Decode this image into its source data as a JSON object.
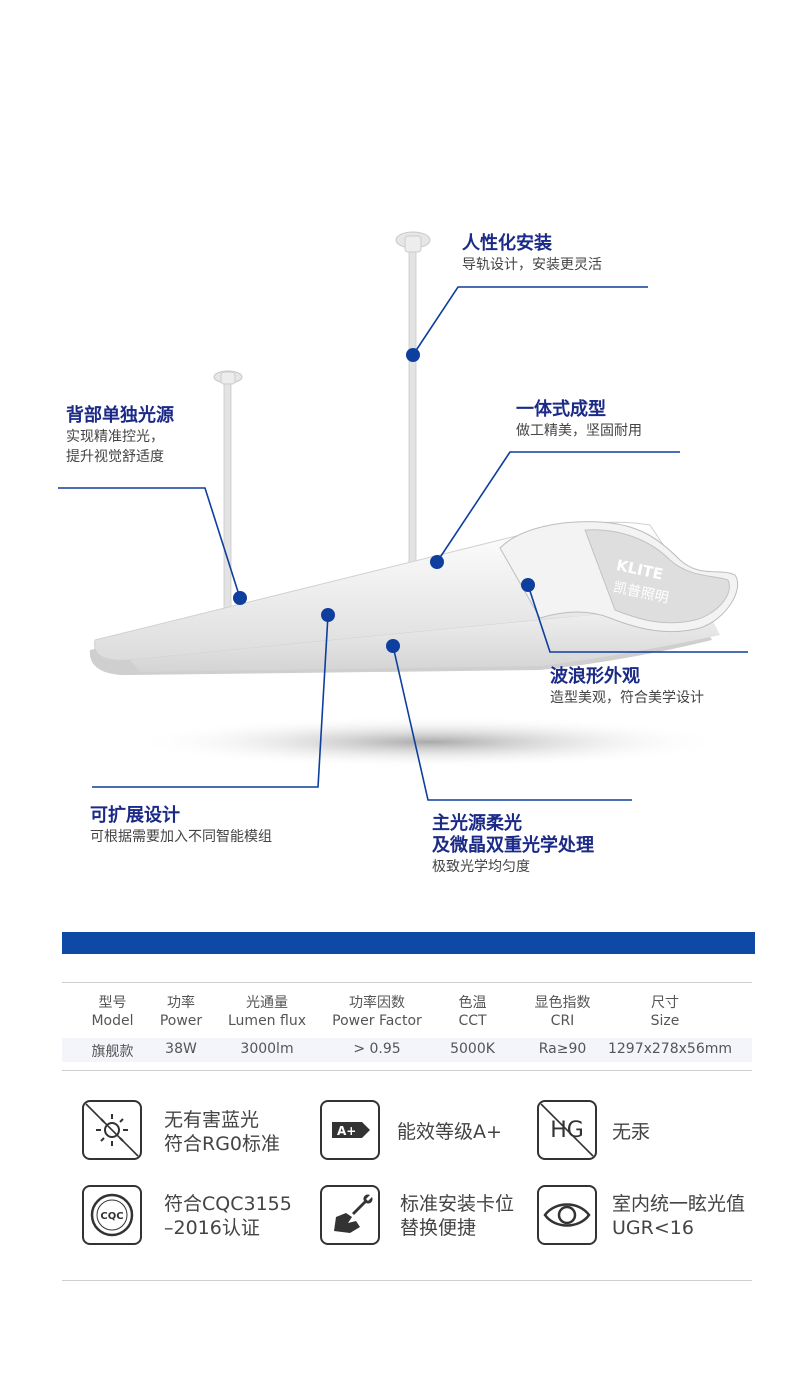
{
  "features": {
    "install": {
      "title": "人性化安装",
      "desc": "导轨设计，安装更灵活"
    },
    "back_light": {
      "title": "背部单独光源",
      "desc1": "实现精准控光，",
      "desc2": "提升视觉舒适度"
    },
    "one_piece": {
      "title": "一体式成型",
      "desc": "做工精美，坚固耐用"
    },
    "wave": {
      "title": "波浪形外观",
      "desc": "造型美观，符合美学设计"
    },
    "expand": {
      "title": "可扩展设计",
      "desc": "可根据需要加入不同智能模组"
    },
    "optics": {
      "title1": "主光源柔光",
      "title2": "及微晶双重光学处理",
      "desc": "极致光学均匀度"
    }
  },
  "lamp": {
    "brand_en": "KLITE",
    "brand_cn": "凯普照明"
  },
  "specs": {
    "headers": [
      {
        "cn": "型号",
        "en": "Model"
      },
      {
        "cn": "功率",
        "en": "Power"
      },
      {
        "cn": "光通量",
        "en": "Lumen flux"
      },
      {
        "cn": "功率因数",
        "en": "Power Factor"
      },
      {
        "cn": "色温",
        "en": "CCT"
      },
      {
        "cn": "显色指数",
        "en": "CRI"
      },
      {
        "cn": "尺寸",
        "en": "Size"
      }
    ],
    "row": [
      "旗舰款",
      "38W",
      "3000lm",
      "> 0.95",
      "5000K",
      "Ra≥90",
      "1297x278x56mm"
    ]
  },
  "certs": {
    "blue_light": {
      "line1": "无有害蓝光",
      "line2": "符合RG0标准",
      "icon": "sun-crossed-icon"
    },
    "energy": {
      "line1": "能效等级A+",
      "badge": "A+",
      "icon": "energy-label-icon"
    },
    "mercury": {
      "line1": "无汞",
      "badge": "HG",
      "icon": "mercury-crossed-icon"
    },
    "cqc": {
      "line1": "符合CQC3155",
      "line2": "–2016认证",
      "badge": "CQC",
      "icon": "cqc-seal-icon"
    },
    "clip": {
      "line1": "标准安装卡位",
      "line2": "替换便捷",
      "icon": "wrench-hand-icon"
    },
    "ugr": {
      "line1": "室内统一眩光值",
      "line2": "UGR<16",
      "icon": "eye-icon"
    }
  },
  "colors": {
    "accent": "#1b2a86",
    "bar": "#0e4aa5",
    "dot": "#0e3f9e"
  }
}
